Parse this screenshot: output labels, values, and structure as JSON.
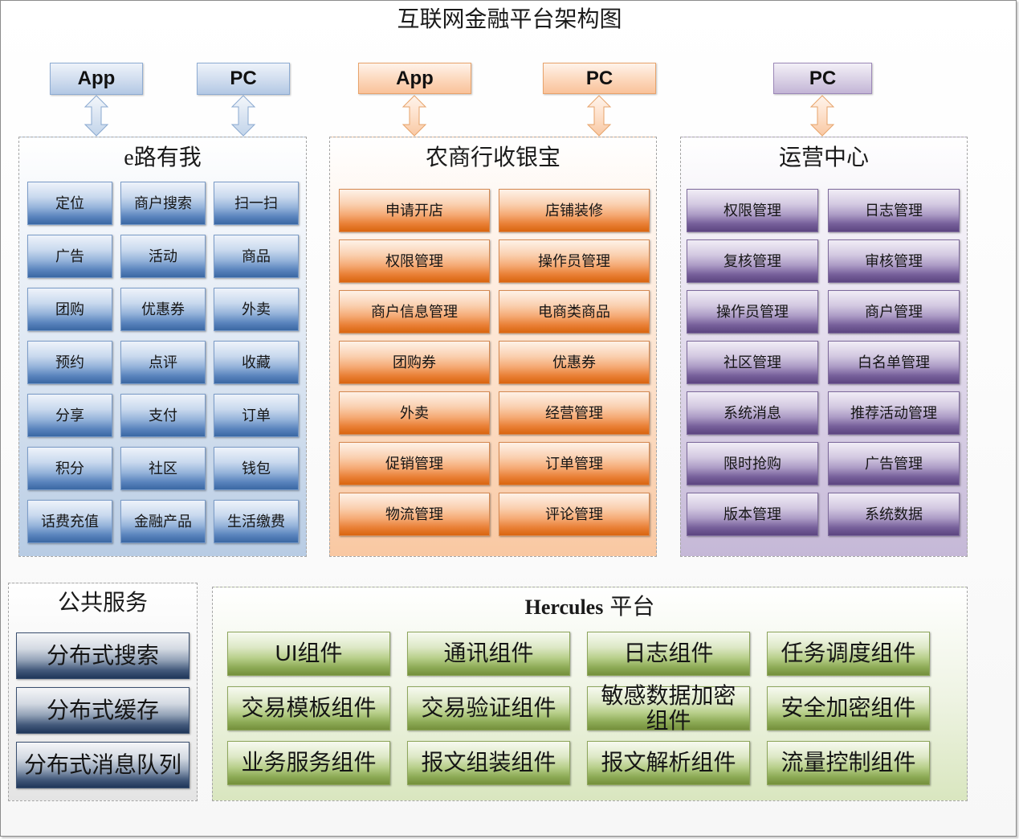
{
  "title": "互联网金融平台架构图",
  "clients": [
    {
      "label": "App"
    },
    {
      "label": "PC"
    },
    {
      "label": "App"
    },
    {
      "label": "PC"
    },
    {
      "label": "PC"
    }
  ],
  "elu": {
    "title": "e路有我",
    "items": [
      "定位",
      "商户搜索",
      "扫一扫",
      "广告",
      "活动",
      "商品",
      "团购",
      "优惠券",
      "外卖",
      "预约",
      "点评",
      "收藏",
      "分享",
      "支付",
      "订单",
      "积分",
      "社区",
      "钱包",
      "话费充值",
      "金融产品",
      "生活缴费"
    ]
  },
  "syb": {
    "title": "农商行收银宝",
    "items": [
      "申请开店",
      "店铺装修",
      "权限管理",
      "操作员管理",
      "商户信息管理",
      "电商类商品",
      "团购券",
      "优惠券",
      "外卖",
      "经营管理",
      "促销管理",
      "订单管理",
      "物流管理",
      "评论管理"
    ]
  },
  "ops": {
    "title": "运营中心",
    "items": [
      "权限管理",
      "日志管理",
      "复核管理",
      "审核管理",
      "操作员管理",
      "商户管理",
      "社区管理",
      "白名单管理",
      "系统消息",
      "推荐活动管理",
      "限时抢购",
      "广告管理",
      "版本管理",
      "系统数据"
    ]
  },
  "public_services": {
    "title": "公共服务",
    "items": [
      "分布式搜索",
      "分布式缓存",
      "分布式消息队列"
    ]
  },
  "hercules": {
    "title_name": "Hercules",
    "title_suffix": "平台",
    "items": [
      "UI组件",
      "通讯组件",
      "日志组件",
      "任务调度组件",
      "交易模板组件",
      "交易验证组件",
      "敏感数据加密组件",
      "安全加密组件",
      "业务服务组件",
      "报文组装组件",
      "报文解析组件",
      "流量控制组件"
    ]
  },
  "colors": {
    "blue_dark": "#3a67a3",
    "orange_dark": "#d9650f",
    "purple_dark": "#5c4580",
    "navy_dark": "#1f3659",
    "green_dark": "#748f3b",
    "panel_border": "#a6a6a6"
  }
}
